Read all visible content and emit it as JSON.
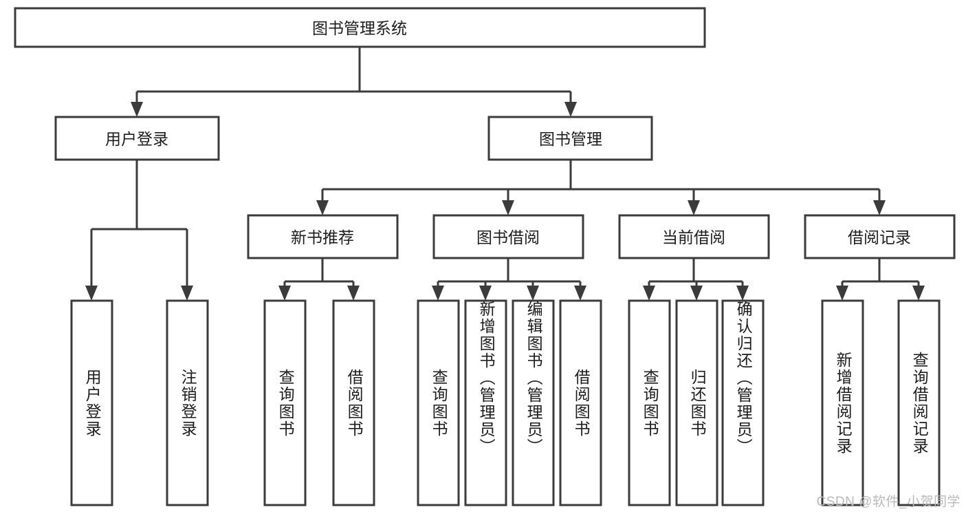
{
  "diagram": {
    "title": "图书管理系统",
    "type": "tree",
    "watermark": "CSDN @软件_小贺同学",
    "colors": {
      "box_stroke": "#3b3b3b",
      "box_fill": "#ffffff",
      "text": "#1d1d1d",
      "connector": "#3b3b3b",
      "watermark": "#b9b9b9",
      "background": "#ffffff"
    },
    "root": {
      "label": "图书管理系统"
    },
    "level2": [
      {
        "label": "用户登录"
      },
      {
        "label": "图书管理"
      }
    ],
    "level3": [
      {
        "label": "新书推荐"
      },
      {
        "label": "图书借阅"
      },
      {
        "label": "当前借阅"
      },
      {
        "label": "借阅记录"
      }
    ],
    "leaves": {
      "user_login": [
        {
          "label": "用户登录"
        },
        {
          "label": "注销登录"
        }
      ],
      "new_book_recommend": [
        {
          "label": "查询图书"
        },
        {
          "label": "借阅图书"
        }
      ],
      "book_borrow": [
        {
          "label": "查询图书"
        },
        {
          "label": "新增图书（管理员）"
        },
        {
          "label": "编辑图书（管理员）"
        },
        {
          "label": "借阅图书"
        }
      ],
      "current_borrow": [
        {
          "label": "查询图书"
        },
        {
          "label": "归还图书"
        },
        {
          "label": "确认归还（管理员）"
        }
      ],
      "borrow_record": [
        {
          "label": "新增借阅记录"
        },
        {
          "label": "查询借阅记录"
        }
      ]
    }
  }
}
